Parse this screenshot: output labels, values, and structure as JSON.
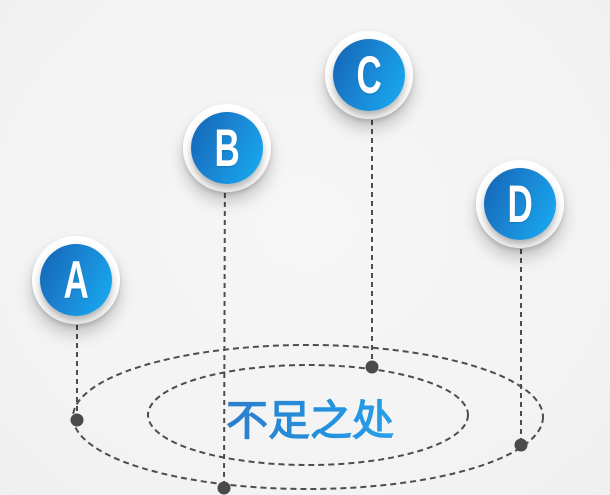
{
  "title": {
    "text": "不足之处"
  },
  "nodes": [
    {
      "label": "A"
    },
    {
      "label": "B"
    },
    {
      "label": "C"
    },
    {
      "label": "D"
    }
  ],
  "colors": {
    "background": "#f4f4f4",
    "node_gradient_start": "#1263b3",
    "node_gradient_end": "#23acf2",
    "node_ring": "#ffffff",
    "node_letter": "#ffffff",
    "dash_stroke": "#4d4d4d",
    "dot_fill": "#4a4a4a",
    "title_gradient_start": "#2e77c5",
    "title_gradient_end": "#29a8ef"
  }
}
